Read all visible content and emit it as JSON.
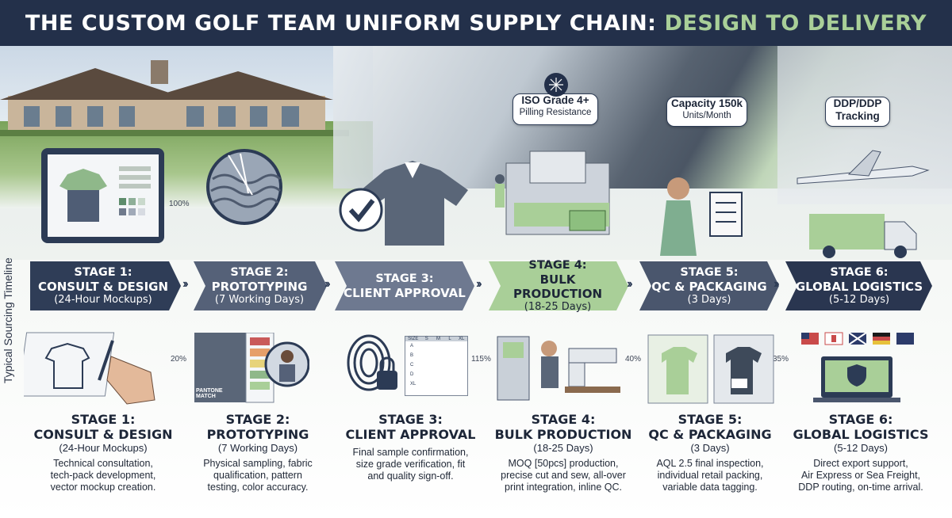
{
  "title": {
    "main": "THE CUSTOM GOLF TEAM UNIFORM SUPPLY CHAIN:",
    "highlight": "DESIGN TO DELIVERY"
  },
  "timeline_label": "Typical Sourcing Timeline",
  "callouts": [
    {
      "line1": "ISO Grade 4+",
      "line2": "Pilling Resistance"
    },
    {
      "line1": "Capacity 150k",
      "line2": "Units/Month"
    },
    {
      "line1": "DDP/DDP",
      "line2": "Tracking"
    }
  ],
  "percents": [
    "100%",
    "20%",
    "115%",
    "40%",
    "35%"
  ],
  "pantone": "PANTONE MATCH",
  "size_table": {
    "header": [
      "SIZE",
      "S",
      "M",
      "L",
      "XL"
    ],
    "rows": [
      "A",
      "B",
      "C",
      "D",
      "XL"
    ]
  },
  "stages": [
    {
      "stage": "STAGE 1:",
      "name": "CONSULT & DESIGN",
      "time": "(24-Hour Mockups)",
      "color": "#2f3d57",
      "desc": [
        "Technical consultation,",
        "tech-pack development,",
        "vector mockup creation."
      ]
    },
    {
      "stage": "STAGE 2:",
      "name": "PROTOTYPING",
      "time": "(7 Working Days)",
      "color": "#556178",
      "desc": [
        "Physical sampling, fabric",
        "qualification, pattern",
        "testing, color accuracy."
      ]
    },
    {
      "stage": "STAGE 3:",
      "name": "CLIENT APPROVAL",
      "time": "",
      "color": "#6e7990",
      "desc": [
        "Final sample confirmation,",
        "size grade verification, fit",
        "and quality sign-off."
      ]
    },
    {
      "stage": "STAGE 4:",
      "name": "BULK PRODUCTION",
      "time": "(18-25 Days)",
      "color": "#a9cf98",
      "desc": [
        "MOQ [50pcs] production,",
        "precise cut and sew, all-over",
        "print integration, inline QC."
      ]
    },
    {
      "stage": "STAGE 5:",
      "name": "QC & PACKAGING",
      "time": "(3 Days)",
      "color": "#4a566d",
      "desc": [
        "AQL 2.5 final inspection,",
        "individual retail packing,",
        "variable data tagging."
      ]
    },
    {
      "stage": "STAGE 6:",
      "name": "GLOBAL LOGISTICS",
      "time": "(5-12 Days)",
      "color": "#2a3650",
      "desc": [
        "Direct export support,",
        "Air Express or Sea Freight,",
        "DDP routing, on-time arrival."
      ]
    }
  ]
}
